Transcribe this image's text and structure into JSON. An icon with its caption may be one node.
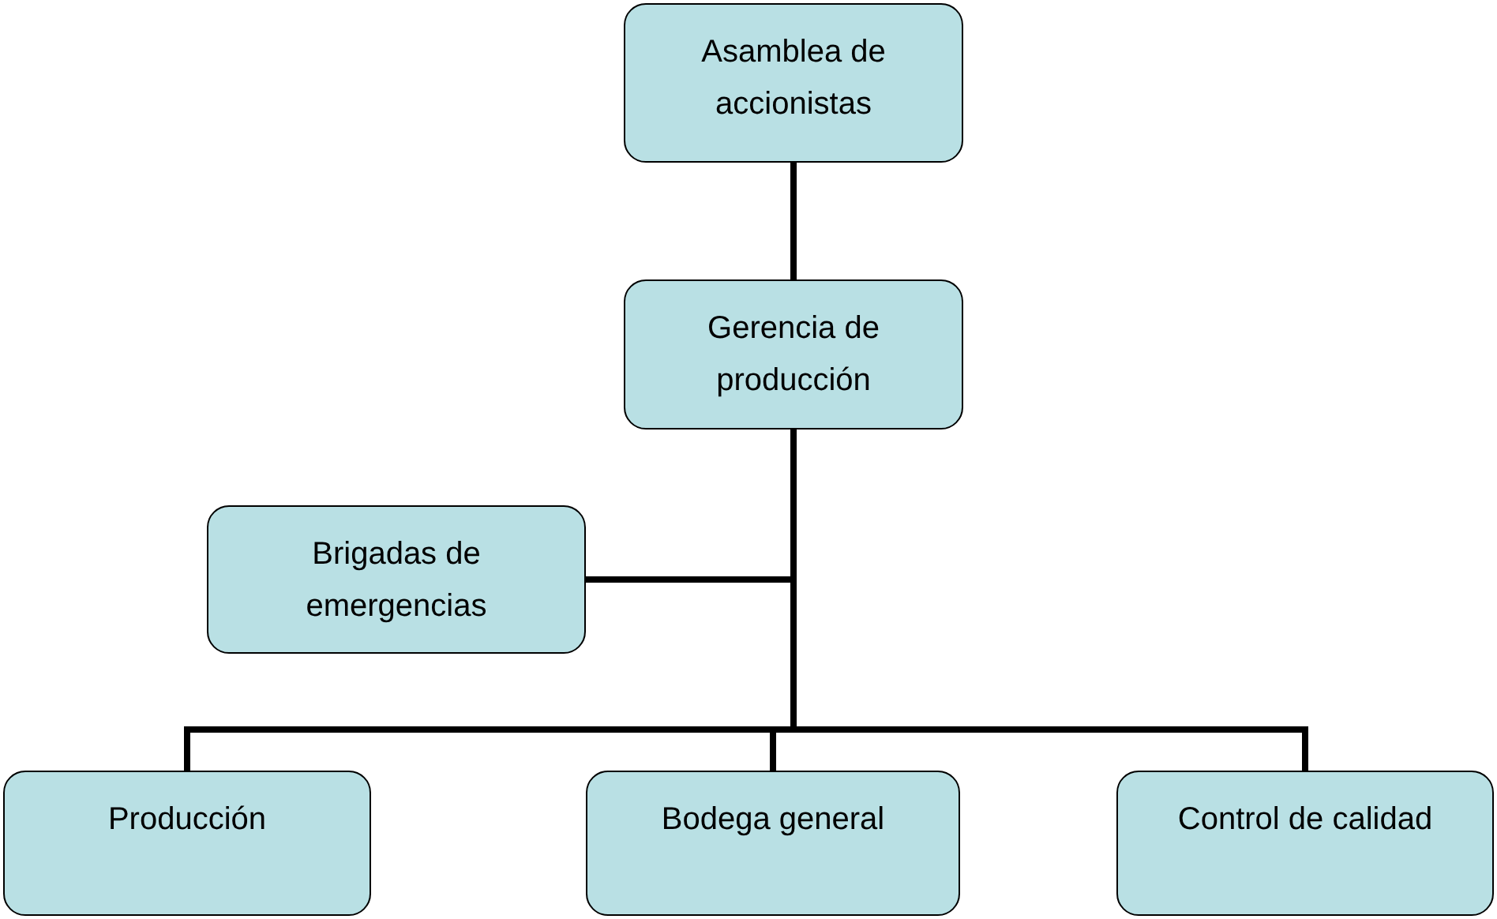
{
  "diagram": {
    "nodes": [
      {
        "text": [
          "Asamblea de accionistas"
        ]
      },
      {
        "text": [
          "Gerencia de producción"
        ]
      },
      {
        "text": [
          "Brigadas de emergencias"
        ]
      },
      {
        "text": [
          "Producción"
        ]
      },
      {
        "text": [
          "Bodega general"
        ]
      },
      {
        "text": [
          "Control de calidad"
        ]
      }
    ],
    "edges": [
      {
        "from": 0,
        "to": 1,
        "arrow": "none"
      },
      {
        "from": 1,
        "to": 2,
        "arrow": "none"
      },
      {
        "from": 1,
        "to": 3,
        "arrow": "none"
      },
      {
        "from": 1,
        "to": 4,
        "arrow": "none"
      },
      {
        "from": 1,
        "to": 5,
        "arrow": "none"
      }
    ]
  }
}
